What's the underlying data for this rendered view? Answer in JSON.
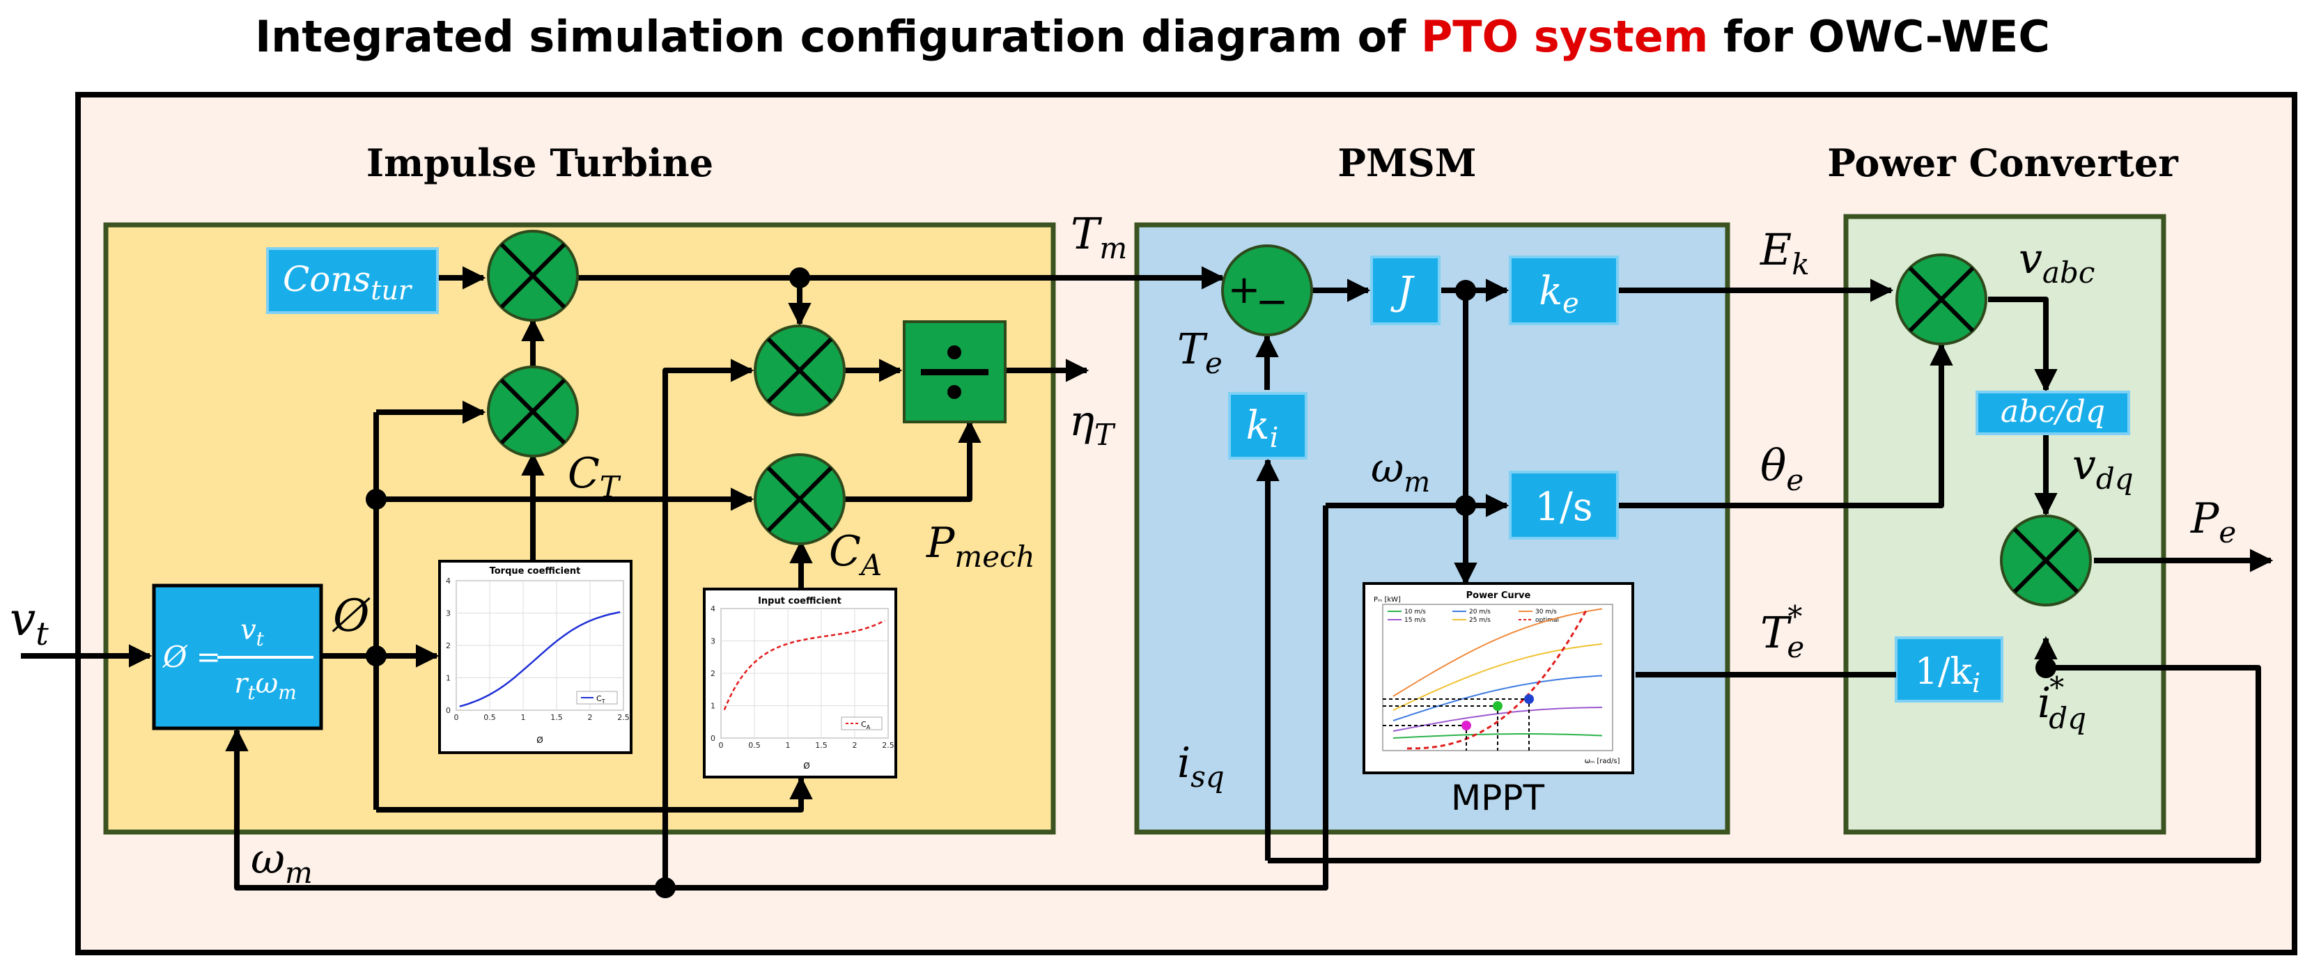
{
  "title": {
    "prefix": "Integrated simulation configuration diagram of ",
    "highlight": "PTO system",
    "suffix": " for OWC-WEC"
  },
  "colors": {
    "outer_bg": "#fdf1ea",
    "turbine_bg": "#fde49a",
    "turbine_border": "#3b5320",
    "pmsm_bg": "#b6d7ee",
    "pmsm_border": "#3b5320",
    "converter_bg": "#dcebd4",
    "converter_border": "#3b5320",
    "block_blue": "#19aeea",
    "block_green": "#11a34a",
    "title_highlight": "#e00000"
  },
  "sections": {
    "turbine": "Impulse Turbine",
    "pmsm": "PMSM",
    "converter": "Power Converter"
  },
  "blocks": {
    "cons_tur": {
      "base": "Cons",
      "sub": "tur"
    },
    "phi_formula": {
      "lhs": "Ø =",
      "num": "v",
      "num_sub": "t",
      "den": "r",
      "den_sub": "t",
      "den2": "ω",
      "den2_sub": "m"
    },
    "j": "J",
    "ke": {
      "base": "k",
      "sub": "e"
    },
    "ki": {
      "base": "k",
      "sub": "i"
    },
    "integrator": "1/s",
    "abc_dq": "abc/dq",
    "inv_ki": {
      "pre": "1/k",
      "sub": "i"
    },
    "divider": "÷",
    "sum_plus": "+",
    "sum_minus": "−"
  },
  "signals": {
    "vt": {
      "base": "v",
      "sub": "t"
    },
    "phi": "Ø",
    "omega_m": {
      "base": "ω",
      "sub": "m"
    },
    "tm": {
      "base": "T",
      "sub": "m"
    },
    "ct": {
      "base": "C",
      "sub": "T"
    },
    "ca": {
      "base": "C",
      "sub": "A"
    },
    "pmech": {
      "base": "P",
      "sub": "mech"
    },
    "eta_t": {
      "base": "η",
      "sub": "T"
    },
    "te": {
      "base": "T",
      "sub": "e"
    },
    "te_star": {
      "base": "T",
      "sub": "e",
      "sup": "*"
    },
    "isq": {
      "base": "i",
      "sub": "sq"
    },
    "ek": {
      "base": "E",
      "sub": "k"
    },
    "theta_e": {
      "base": "θ",
      "sub": "e"
    },
    "vabc": {
      "base": "v",
      "sub": "abc"
    },
    "vdq": {
      "base": "v",
      "sub": "dq"
    },
    "pe": {
      "base": "P",
      "sub": "e"
    },
    "idq_star": {
      "base": "i",
      "sub": "dq",
      "sup": "*"
    },
    "mppt": "MPPT"
  },
  "charts": {
    "torque": {
      "title": "Torque coefficient",
      "xlabel": "Ø",
      "legend": "C",
      "legend_sub": "T",
      "xticks": [
        "0",
        "0.5",
        "1",
        "1.5",
        "2",
        "2.5"
      ],
      "yticks": [
        "0",
        "1",
        "2",
        "3",
        "4"
      ],
      "color": "#1f2fd6"
    },
    "input": {
      "title": "Input coefficient",
      "xlabel": "Ø",
      "legend": "C",
      "legend_sub": "A",
      "xticks": [
        "0",
        "0.5",
        "1",
        "1.5",
        "2",
        "2.5"
      ],
      "yticks": [
        "0",
        "1",
        "2",
        "3",
        "4"
      ],
      "color": "#e21b1b"
    },
    "power": {
      "title": "Power Curve",
      "ylabel": "Pₘ [kW]",
      "xlabel": "ωₘ [rad/s]",
      "legend": [
        "10 m/s",
        "15 m/s",
        "20 m/s",
        "25 m/s",
        "30 m/s",
        "optimal"
      ],
      "colors": [
        "#2bb34a",
        "#9b59d0",
        "#3d7be0",
        "#f0c232",
        "#f08a3c",
        "#e21b1b"
      ]
    }
  }
}
